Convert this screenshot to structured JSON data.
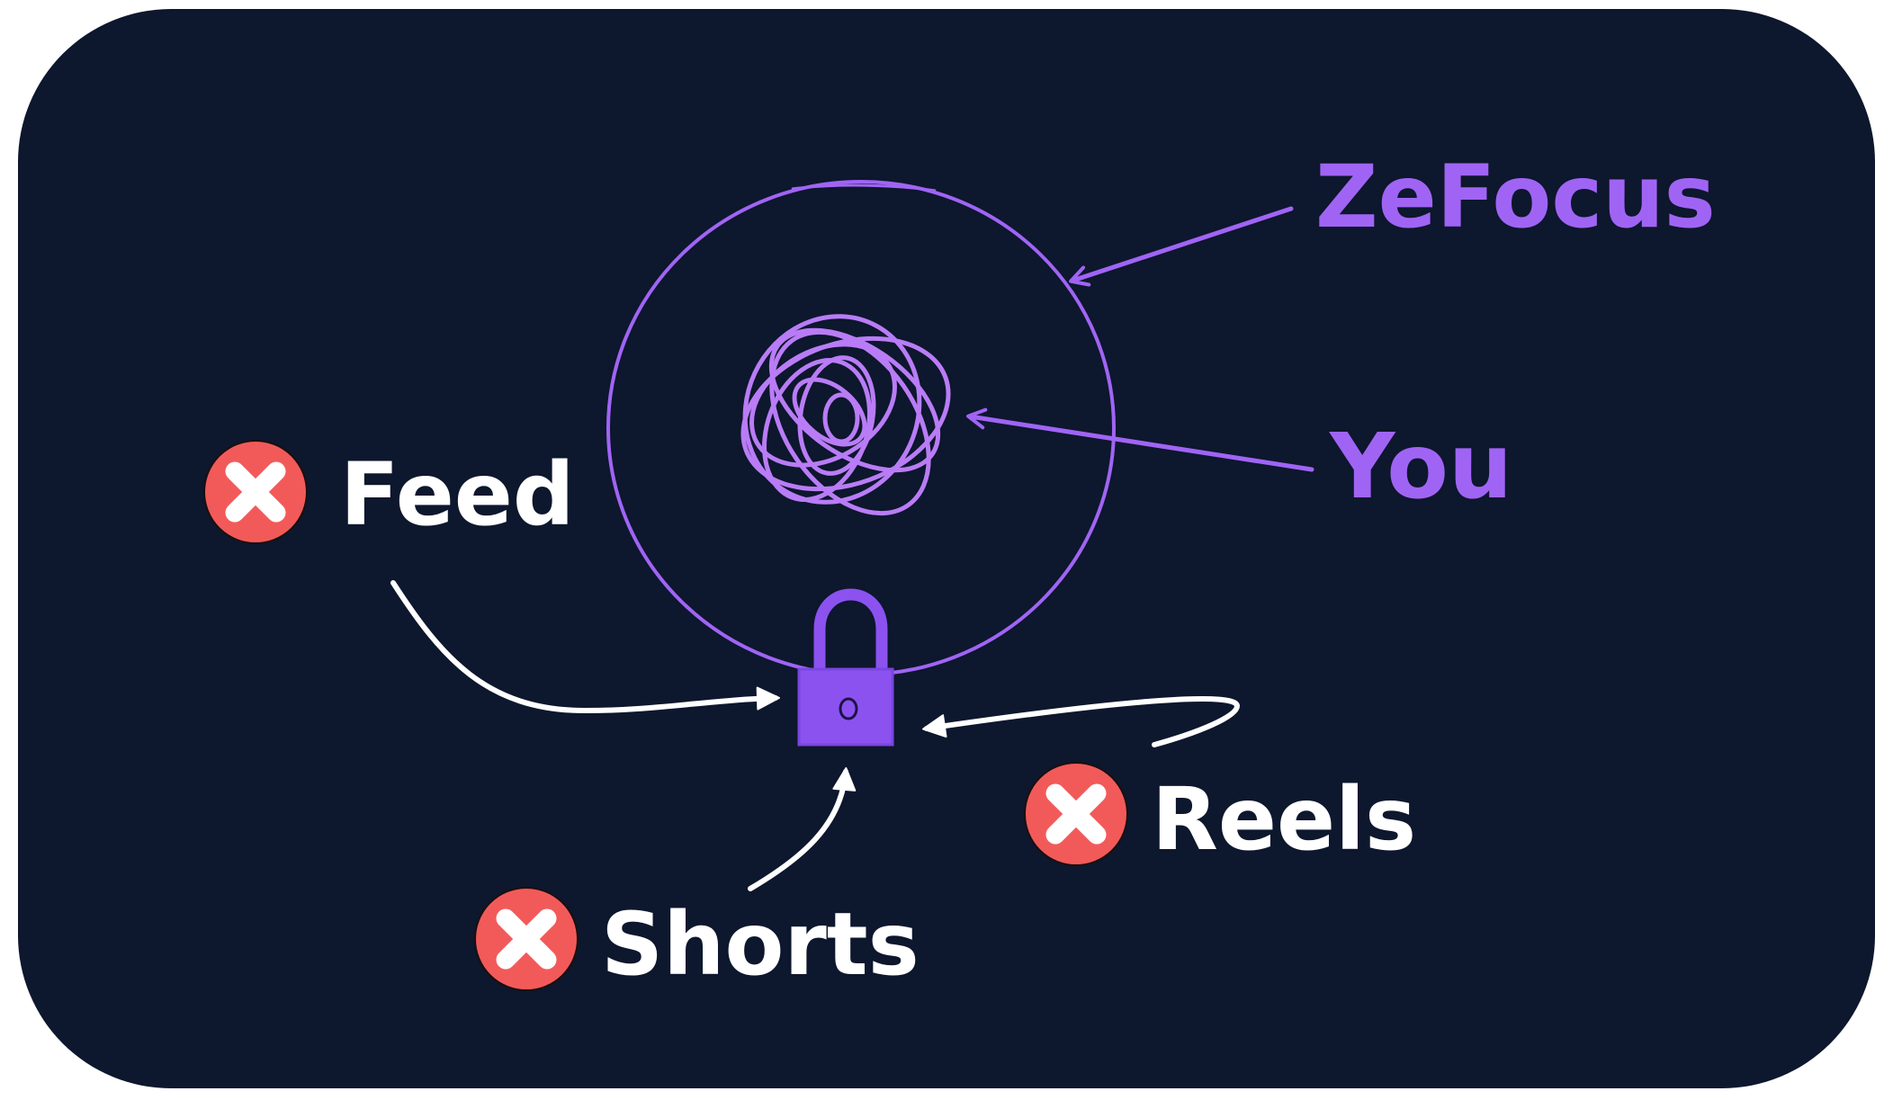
{
  "labels": {
    "brand": "ZeFocus",
    "you": "You",
    "feed": "Feed",
    "reels": "Reels",
    "shorts": "Shorts"
  },
  "colors": {
    "background": "#0d172d",
    "purple": "#a064f5",
    "purple_light": "#b97cf6",
    "white": "#ffffff",
    "blocked_red": "#f25a5a",
    "lock_body": "#8b52f0"
  },
  "icons": {
    "blocked": "x-circle-icon",
    "lock": "padlock-icon"
  }
}
